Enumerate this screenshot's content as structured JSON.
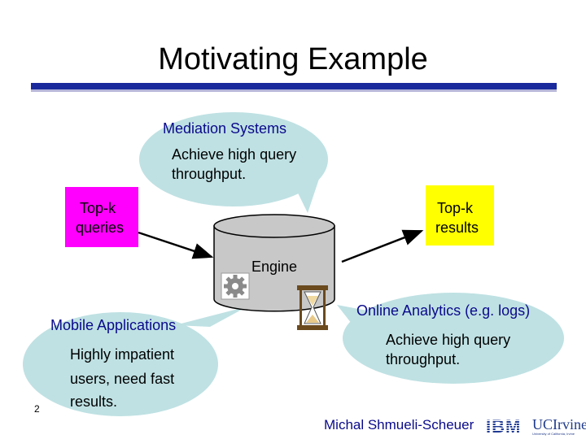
{
  "title": "Motivating Example",
  "mediation": {
    "heading": "Mediation Systems",
    "line1": "Achieve high query",
    "line2": "throughput."
  },
  "topk_queries": {
    "line1": "Top-k",
    "line2": "queries"
  },
  "topk_results": {
    "line1": "Top-k",
    "line2": "results"
  },
  "engine": {
    "label": "Engine"
  },
  "mobile": {
    "heading": "Mobile Applications",
    "line1": "Highly impatient",
    "line2": "users, need fast",
    "line3": "results."
  },
  "analytics": {
    "heading": "Online Analytics (e.g. logs)",
    "line1": "Achieve high query",
    "line2": "throughput."
  },
  "footer": {
    "page_number": "2",
    "author": "Michal Shmueli-Scheuer",
    "ibm": "IBM",
    "uci": "UCIrvine",
    "uci_sub": "University of California, Irvine"
  },
  "colors": {
    "bubble": "#bfe1e3",
    "pink_box": "#ff00ff",
    "yellow_box": "#ffff00",
    "cylinder": "#c8c8c8",
    "title_rule": "#1a2a9c",
    "accent_text": "#0a0a8c"
  },
  "icons": [
    "gear-icon",
    "hourglass-icon",
    "arrow-icon"
  ]
}
